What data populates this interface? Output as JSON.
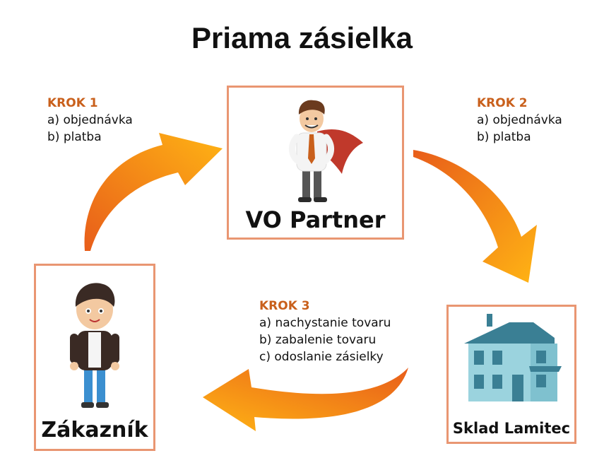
{
  "title": "Priama zásielka",
  "nodes": {
    "partner": "VO Partner",
    "customer": "Zákazník",
    "warehouse": "Sklad Lamitec"
  },
  "steps": [
    {
      "heading": "KROK 1",
      "items": [
        "a) objednávka",
        "b) platba"
      ]
    },
    {
      "heading": "KROK 2",
      "items": [
        "a) objednávka",
        "b) platba"
      ]
    },
    {
      "heading": "KROK 3",
      "items": [
        "a) nachystanie tovaru",
        "b) zabalenie tovaru",
        "c) odoslanie zásielky"
      ]
    }
  ],
  "colors": {
    "box_border": "#e99672",
    "step_heading": "#c9601c",
    "arrow_start": "#e85d1a",
    "arrow_end": "#ffb414"
  },
  "icons": {
    "partner": "superhero-businessman-icon",
    "customer": "young-man-icon",
    "warehouse": "house-icon"
  }
}
